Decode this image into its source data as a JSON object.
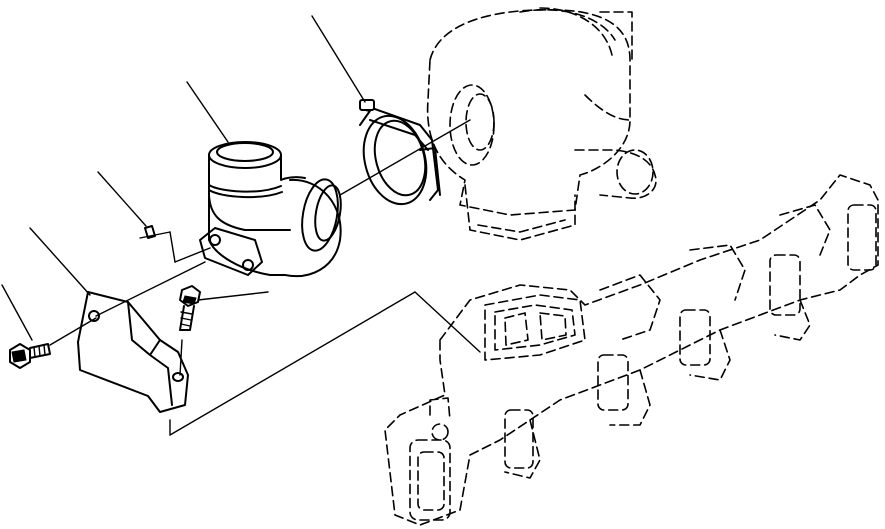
{
  "diagram": {
    "line_color": "#000000",
    "background_color": "#ffffff",
    "components": [
      {
        "id": "turbocharger",
        "style": "dashed-phantom"
      },
      {
        "id": "exhaust-manifold",
        "style": "dashed-phantom"
      },
      {
        "id": "v-band-clamp",
        "style": "solid"
      },
      {
        "id": "exhaust-elbow",
        "style": "solid"
      },
      {
        "id": "small-plug",
        "style": "solid"
      },
      {
        "id": "support-bracket",
        "style": "solid"
      },
      {
        "id": "flange-bolt-upper",
        "style": "solid"
      },
      {
        "id": "flange-bolt-lower",
        "style": "solid"
      }
    ],
    "leader_lines": [
      "clamp",
      "elbow",
      "plug",
      "bracket",
      "bolt-lower",
      "bolt-upper"
    ]
  }
}
